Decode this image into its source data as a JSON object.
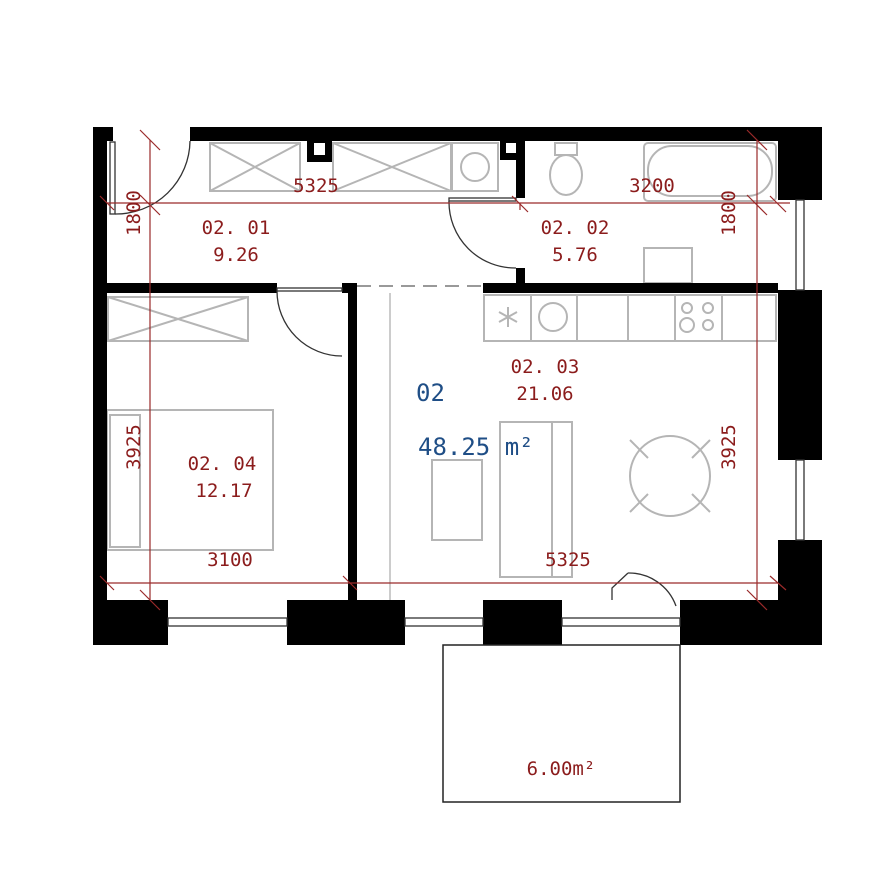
{
  "apartment": {
    "number": "02",
    "area": "48.25",
    "area_unit": "m²"
  },
  "rooms": [
    {
      "id": "02. 01",
      "area": "9.26"
    },
    {
      "id": "02. 02",
      "area": "5.76"
    },
    {
      "id": "02. 03",
      "area": "21.06"
    },
    {
      "id": "02. 04",
      "area": "12.17"
    }
  ],
  "dimensions": {
    "hall_width": "5325",
    "hall_depth": "1800",
    "bath_width": "3200",
    "bath_depth": "1800",
    "living_width": "5325",
    "living_depth": "3925",
    "bedroom_width": "3100",
    "bedroom_depth": "3925"
  },
  "balcony": {
    "area": "6.00m²"
  },
  "colors": {
    "dimension": "#8b1c1c",
    "apartment_label": "#1f4e86",
    "wall": "#000000"
  }
}
